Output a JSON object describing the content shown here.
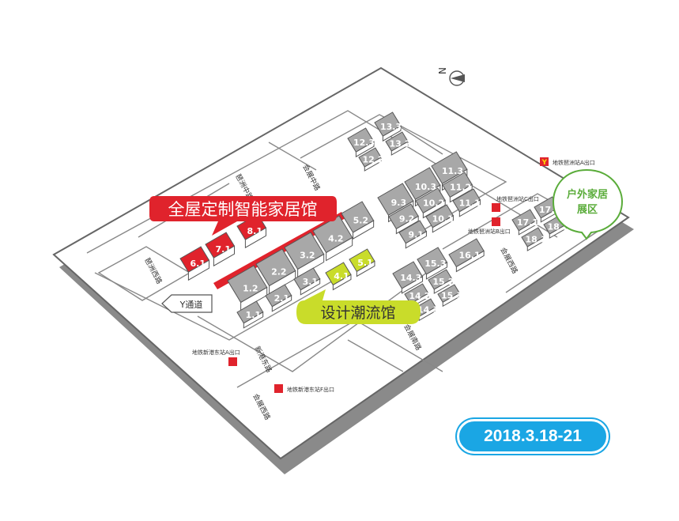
{
  "compass": {
    "label": "N"
  },
  "callouts": {
    "custom_smart_home": "全屋定制智能家居馆",
    "design_trend": "设计潮流馆",
    "outdoor_home": "户外家居\n展区",
    "y_passage": "Y通道"
  },
  "halls": {
    "red": [
      "6.1",
      "7.1",
      "8.1"
    ],
    "yellow": [
      "4.1",
      "5.1"
    ],
    "grey_row_upper": [
      "1.2",
      "2.2",
      "3.2",
      "4.2",
      "5.2"
    ],
    "grey_row_lower": [
      "1.1",
      "2.1",
      "3.1"
    ],
    "north": [
      "9.3",
      "10.3",
      "11.3",
      "9.2",
      "10.2",
      "11.2",
      "9.1",
      "10.1",
      "11.1"
    ],
    "top": [
      "12.3",
      "13.3",
      "12.2",
      "13.2"
    ],
    "east": [
      "14.3",
      "15.3",
      "14.2",
      "15.2",
      "14.1",
      "15.1",
      "16.1"
    ],
    "outdoor": [
      "17.1",
      "17.2",
      "18.1",
      "18.2"
    ]
  },
  "roads": {
    "top_road": "琶洲中路",
    "left_road": "琶洲西路",
    "bottom_road": "新港东路",
    "bottom_road_2": "会展西路",
    "east_road": "会展西路",
    "middle_road": "会展中路",
    "canal": "会展南路"
  },
  "exits": {
    "a": "地铁琶洲站A出口",
    "b": "地铁琶洲站C出口",
    "c": "地铁琶洲站B出口",
    "d": "地铁新港东站A出口",
    "e": "地铁新港东站F出口"
  },
  "date": "2018.3.18-21",
  "colors": {
    "red": "#e0232c",
    "yellow": "#c9dc2a",
    "grey": "#a8a8a8",
    "green": "#5aac3a",
    "blue": "#1aa6e4"
  }
}
